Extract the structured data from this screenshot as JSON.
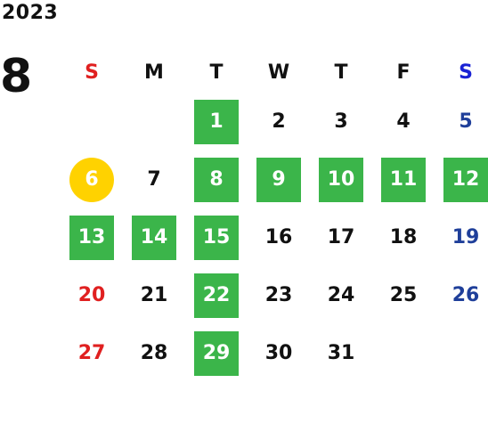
{
  "year": "2023",
  "month": "8",
  "colors": {
    "highlight": "#3bb54a",
    "today": "#ffd200",
    "sunday": "#e02020",
    "saturday_header": "#1a22d4",
    "saturday_date": "#1f3f9a",
    "weekday": "#111111",
    "on_fill": "#ffffff"
  },
  "weekdays": [
    {
      "label": "S",
      "type": "sun"
    },
    {
      "label": "M",
      "type": "wk"
    },
    {
      "label": "T",
      "type": "wk"
    },
    {
      "label": "W",
      "type": "wk"
    },
    {
      "label": "T",
      "type": "wk"
    },
    {
      "label": "F",
      "type": "wk"
    },
    {
      "label": "S",
      "type": "sat"
    }
  ],
  "first_weekday_index": 2,
  "days_in_month": 31,
  "highlighted_days": [
    1,
    8,
    9,
    10,
    11,
    12,
    13,
    14,
    15,
    22,
    29
  ],
  "today": 6
}
